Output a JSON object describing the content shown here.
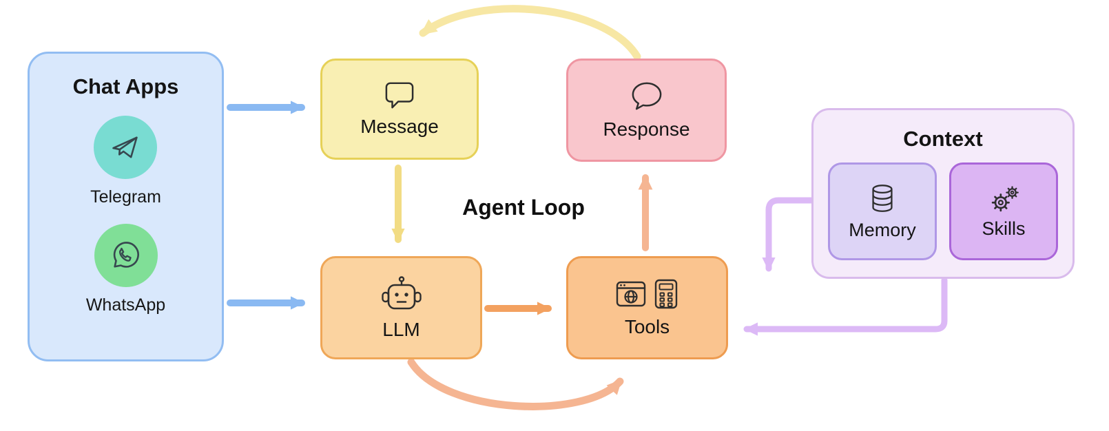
{
  "diagram": {
    "center_label": "Agent Loop"
  },
  "chat_apps": {
    "title": "Chat Apps",
    "items": [
      {
        "label": "Telegram",
        "icon": "telegram-icon"
      },
      {
        "label": "WhatsApp",
        "icon": "whatsapp-icon"
      }
    ]
  },
  "nodes": {
    "message": {
      "label": "Message",
      "icon": "message-bubble-icon"
    },
    "response": {
      "label": "Response",
      "icon": "response-bubble-icon"
    },
    "llm": {
      "label": "LLM",
      "icon": "robot-icon"
    },
    "tools": {
      "label": "Tools",
      "icon": "browser-and-calculator-icons"
    }
  },
  "context": {
    "title": "Context",
    "items": [
      {
        "label": "Memory",
        "icon": "database-icon"
      },
      {
        "label": "Skills",
        "icon": "gears-icon"
      }
    ]
  },
  "edges": [
    {
      "from": "chat-apps",
      "to": "message"
    },
    {
      "from": "chat-apps",
      "to": "llm"
    },
    {
      "from": "message",
      "to": "llm"
    },
    {
      "from": "llm",
      "to": "tools"
    },
    {
      "from": "tools",
      "to": "response"
    },
    {
      "from": "response",
      "to": "message"
    },
    {
      "from": "llm",
      "to": "tools",
      "via": "bottom-curve"
    },
    {
      "from": "context",
      "to": "tools"
    },
    {
      "from": "context",
      "to": "tools",
      "via": "bottom-elbow"
    }
  ],
  "colors": {
    "chat_apps_bg": "#d9e8fc",
    "chat_apps_border": "#92bdf2",
    "telegram_bg": "#79dcd2",
    "whatsapp_bg": "#80df97",
    "message_bg": "#f9efb3",
    "message_border": "#e6d158",
    "response_bg": "#f9c6cc",
    "response_border": "#ef96a2",
    "llm_bg": "#fbd3a0",
    "llm_border": "#efa758",
    "tools_bg": "#fac48f",
    "tools_border": "#ee9c50",
    "context_bg": "#f5ebfa",
    "context_border": "#d9bbec",
    "memory_bg": "#ddd4f6",
    "memory_border": "#af97e6",
    "skills_bg": "#dcb5f3",
    "skills_border": "#aa66d9",
    "arrow_blue": "#8ab9f2",
    "arrow_yellow": "#f2dc84",
    "arrow_yellow_light": "#f7e7a4",
    "arrow_orange": "#f3a160",
    "arrow_salmon": "#f5b592",
    "arrow_purple": "#dcb9f6"
  }
}
